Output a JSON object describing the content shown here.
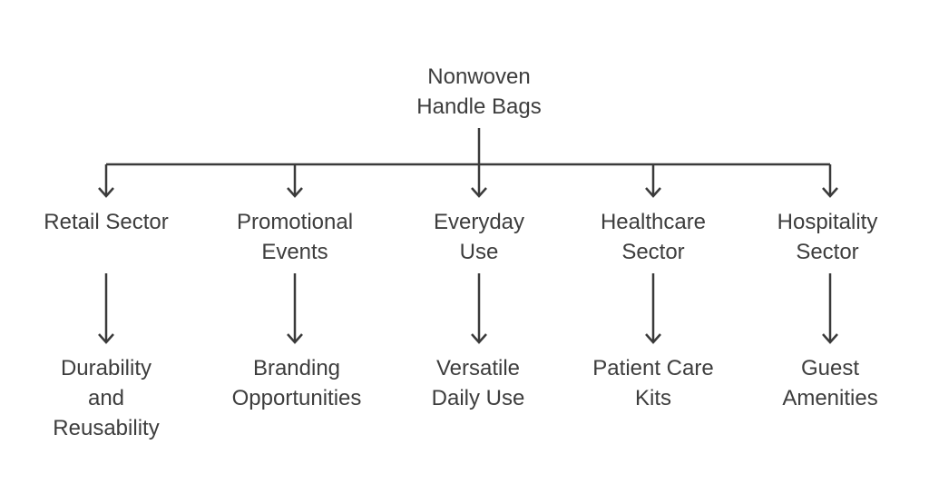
{
  "diagram": {
    "root": {
      "lines": [
        "Nonwoven",
        "Handle Bags"
      ]
    },
    "branches": [
      {
        "category": [
          "Retail Sector"
        ],
        "benefit": [
          "Durability",
          "and",
          "Reusability"
        ]
      },
      {
        "category": [
          "Promotional",
          "Events"
        ],
        "benefit": [
          "Branding",
          "Opportunities"
        ]
      },
      {
        "category": [
          "Everyday",
          "Use"
        ],
        "benefit": [
          "Versatile",
          "Daily Use"
        ]
      },
      {
        "category": [
          "Healthcare",
          "Sector"
        ],
        "benefit": [
          "Patient Care",
          "Kits"
        ]
      },
      {
        "category": [
          "Hospitality",
          "Sector"
        ],
        "benefit": [
          "Guest",
          "Amenities"
        ]
      }
    ],
    "colors": {
      "line": "#3a3a3a",
      "text": "#3d3d3d",
      "background": "#ffffff"
    }
  }
}
